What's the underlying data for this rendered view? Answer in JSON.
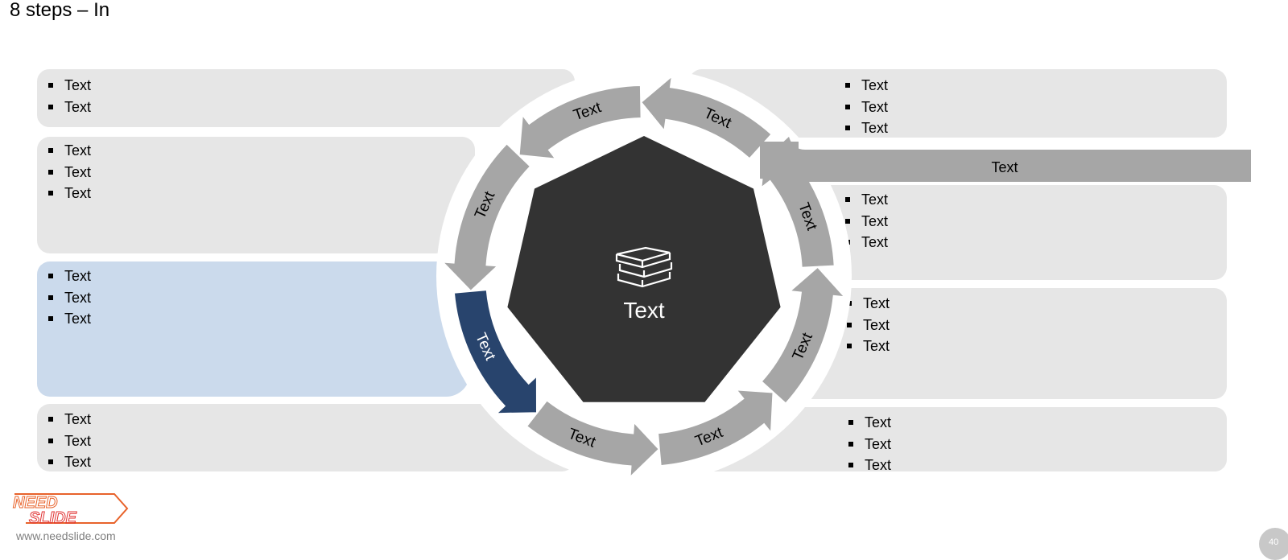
{
  "title": "8 steps – In",
  "center": {
    "label": "Text",
    "icon": "books-icon"
  },
  "arrows": [
    "Text",
    "Text",
    "Text",
    "Text",
    "Text",
    "Text",
    "Text",
    "Text"
  ],
  "input_bar_label": "Text",
  "left_panels": [
    {
      "bullets": [
        "Text",
        "Text"
      ]
    },
    {
      "bullets": [
        "Text",
        "Text",
        "Text"
      ]
    },
    {
      "bullets": [
        "Text",
        "Text",
        "Text"
      ]
    },
    {
      "bullets": [
        "Text",
        "Text",
        "Text"
      ]
    }
  ],
  "right_panels": [
    {
      "bullets": [
        "Text",
        "Text",
        "Text"
      ]
    },
    {
      "bullets": [
        "Text",
        "Text",
        "Text"
      ]
    },
    {
      "bullets": [
        "Text",
        "Text",
        "Text"
      ]
    },
    {
      "bullets": [
        "Text",
        "Text",
        "Text"
      ]
    }
  ],
  "footer": {
    "url": "www.needslide.com",
    "logo_line1": "NEED",
    "logo_line2": "SLIDE",
    "page_number": "40"
  },
  "colors": {
    "panel": "#e6e6e6",
    "panel_active": "#cbdaec",
    "arrow": "#a6a6a6",
    "arrow_active": "#28446d",
    "center": "#333333"
  }
}
